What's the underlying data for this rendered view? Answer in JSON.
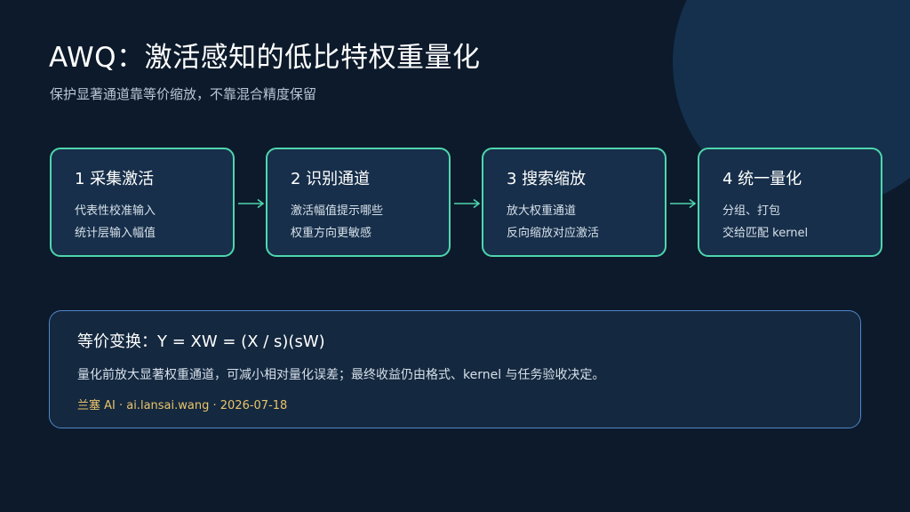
{
  "title": "AWQ：激活感知的低比特权重量化",
  "subtitle": "保护显著通道靠等价缩放，不靠混合精度保留",
  "steps": [
    {
      "title": "1 采集激活",
      "line1": "代表性校准输入",
      "line2": "统计层输入幅值"
    },
    {
      "title": "2 识别通道",
      "line1": "激活幅值提示哪些",
      "line2": "权重方向更敏感"
    },
    {
      "title": "3 搜索缩放",
      "line1": "放大权重通道",
      "line2": "反向缩放对应激活"
    },
    {
      "title": "4 统一量化",
      "line1": "分组、打包",
      "line2": "交给匹配 kernel"
    }
  ],
  "formula": {
    "title": "等价变换：Y = XW = (X / s)(sW)",
    "description": "量化前放大显著权重通道，可减小相对量化误差；最终收益仍由格式、kernel 与任务验收决定。"
  },
  "footer": "兰塞 AI · ai.lansai.wang · 2026-07-18",
  "colors": {
    "background": "#0c1a2b",
    "step_border": "#4fd6ad",
    "formula_border": "#4f86c9",
    "footer_text": "#e9c46a"
  }
}
